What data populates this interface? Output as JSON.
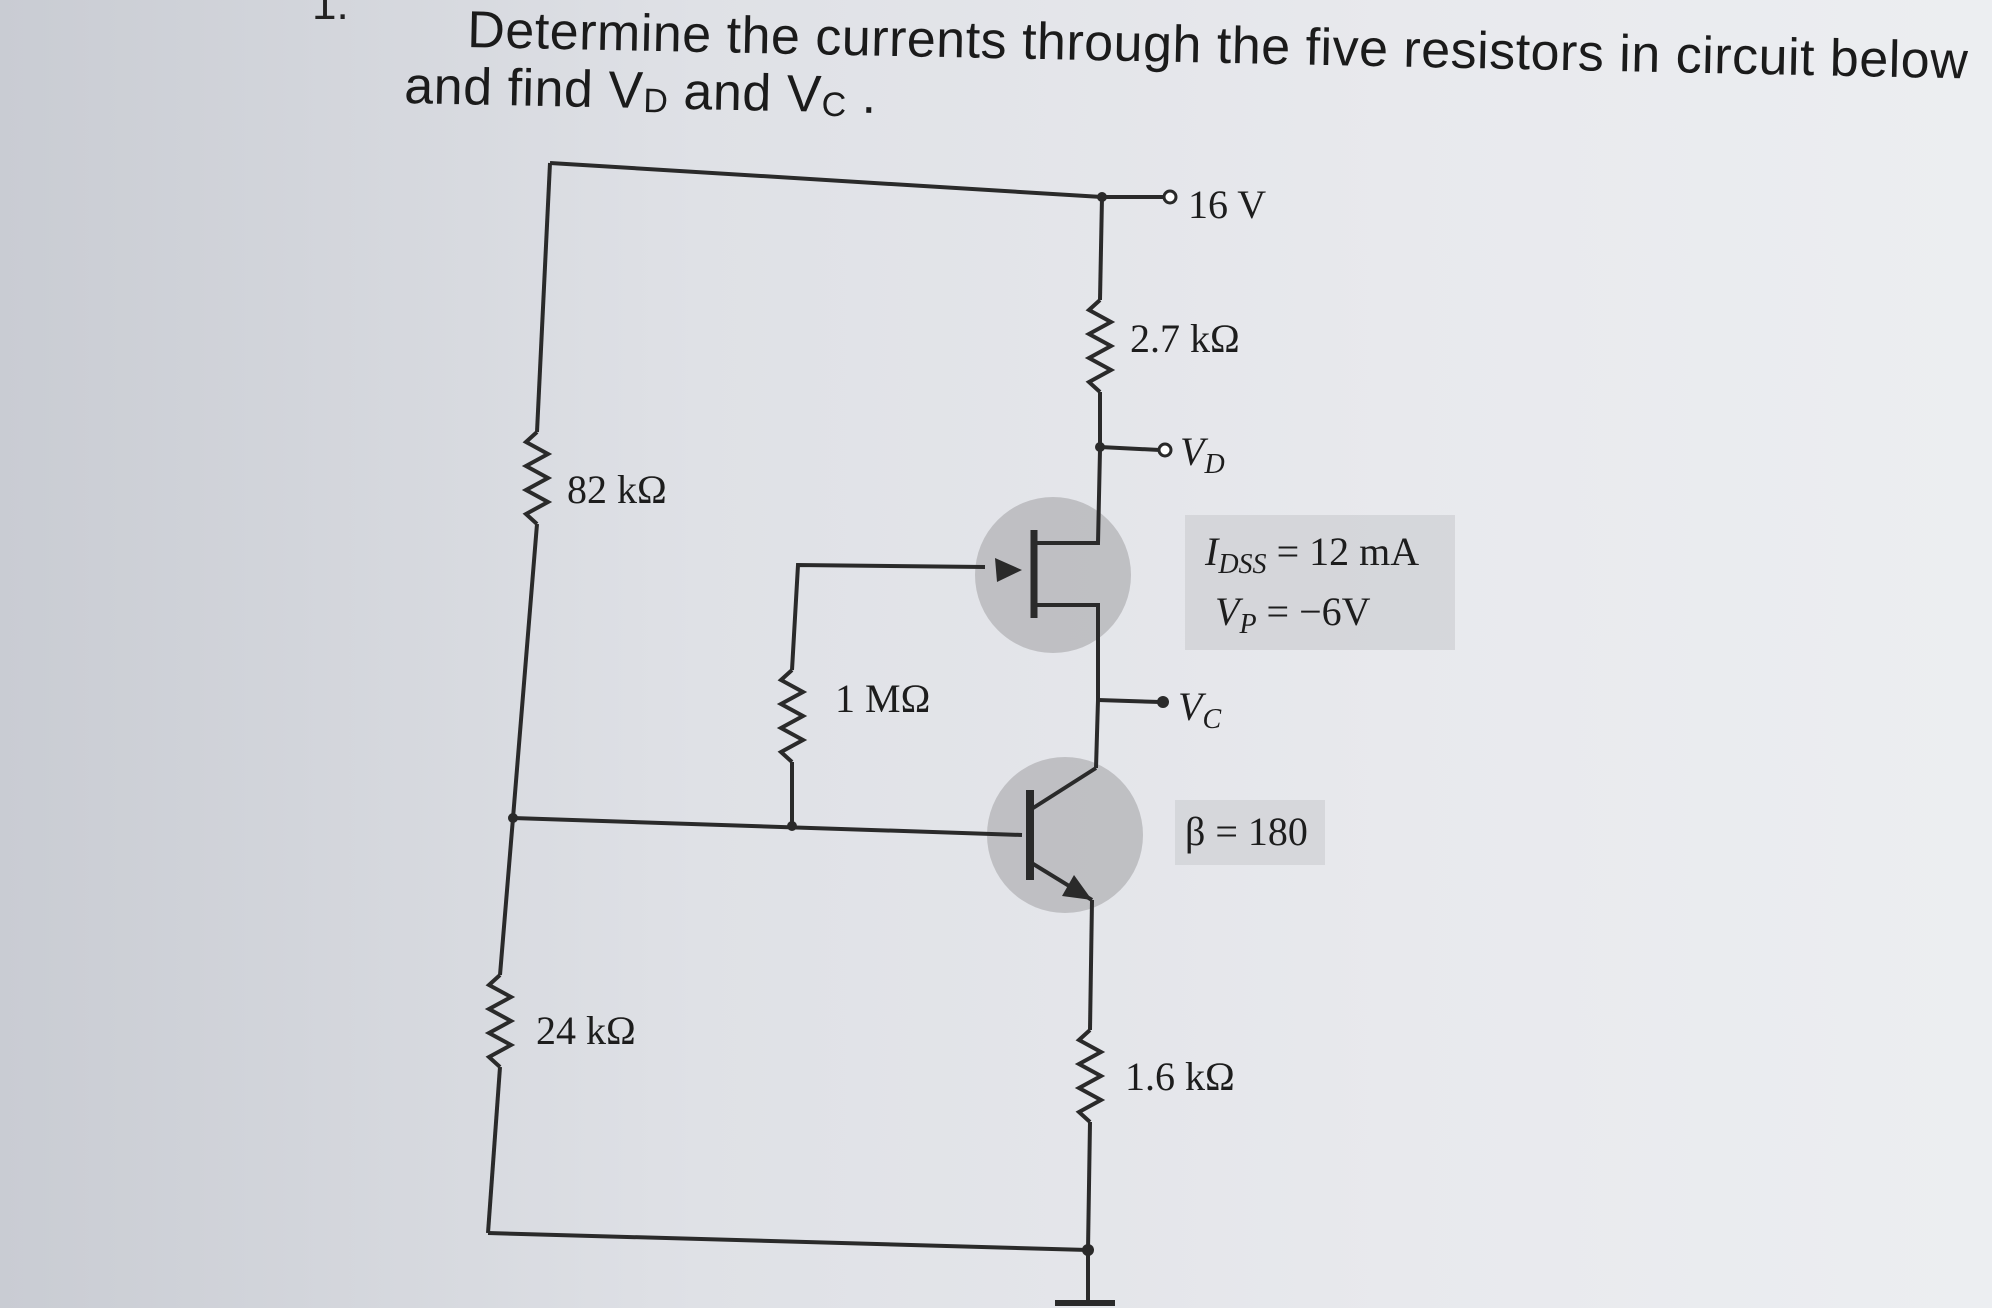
{
  "problem": {
    "number": "1.",
    "line1": "Determine the currents through the five resistors in circuit below",
    "line2_prefix": "and find V",
    "line2_sub1": "D",
    "line2_mid": " and V",
    "line2_sub2": "C",
    "line2_suffix": " ."
  },
  "circuit": {
    "supply": "16 V",
    "r_drain": "2.7 kΩ",
    "r_top_divider": "82 kΩ",
    "r_gate": "1 MΩ",
    "r_bottom_divider": "24 kΩ",
    "r_emitter": "1.6 kΩ",
    "node_vd": "V",
    "node_vd_sub": "D",
    "node_vc": "V",
    "node_vc_sub": "C",
    "jfet_idss_label": "I",
    "jfet_idss_sub": "DSS",
    "jfet_idss_value": " = 12 mA",
    "jfet_vp_label": "V",
    "jfet_vp_sub": "P",
    "jfet_vp_value": " = −6V",
    "bjt_beta": "β = 180"
  },
  "colors": {
    "ink": "#2a2a2a",
    "device_shading": "#b9b9bc",
    "param_box": "#cfd0d4"
  }
}
